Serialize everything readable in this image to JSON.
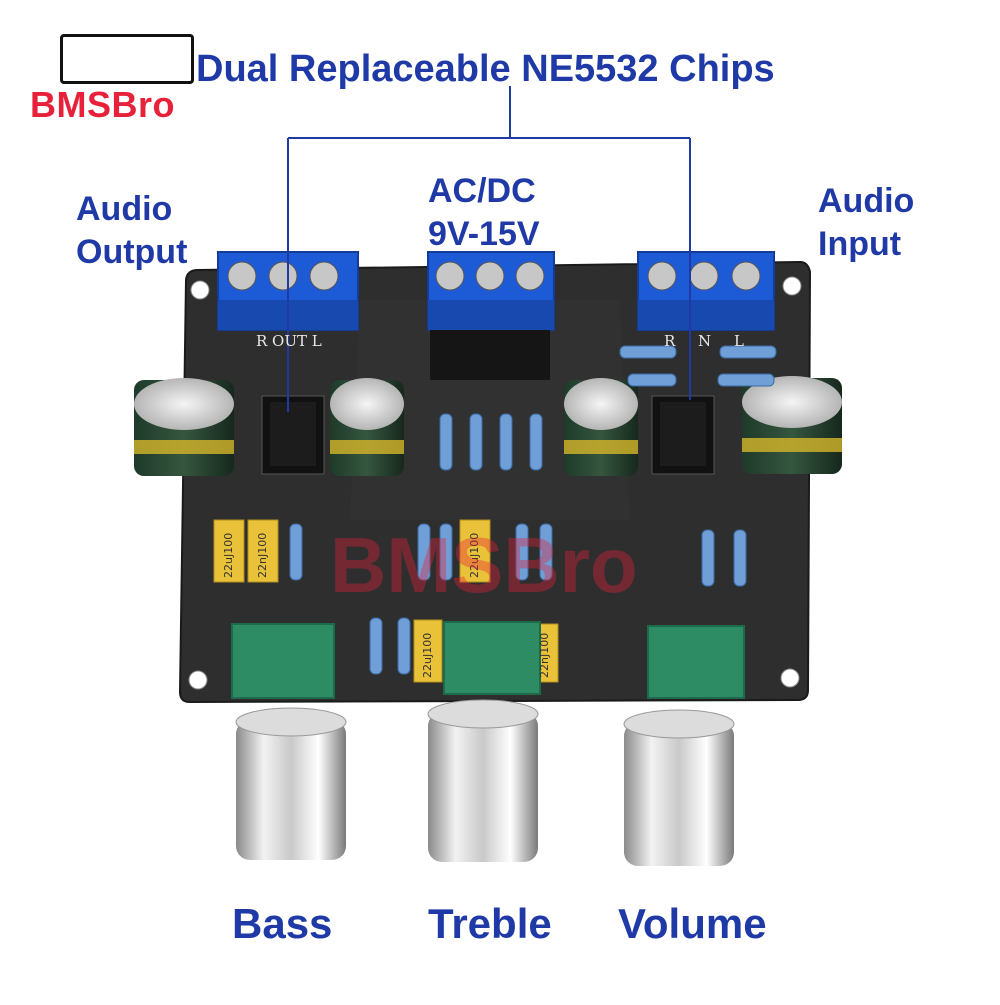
{
  "brand": {
    "name": "BMSBro",
    "color": "#e8213b"
  },
  "title": "Dual Replaceable NE5532 Chips",
  "labels": {
    "audio_output": [
      "Audio",
      "Output"
    ],
    "audio_input": [
      "Audio",
      "Input"
    ],
    "power": [
      "AC/DC",
      "9V-15V"
    ],
    "knobs": [
      "Bass",
      "Treble",
      "Volume"
    ]
  },
  "pcb_silkscreen": {
    "output_terminals": "R OUT L",
    "input_terminals": "R N L"
  },
  "capacitor_markings": [
    "22uJ100",
    "22nJ100",
    "22uJ100",
    "22uJ100",
    "22nJ100"
  ],
  "watermark": "BMSBro",
  "colors": {
    "label_blue": "#1f3aa6",
    "pcb": "#2b2b2b",
    "terminal_blue": "#1d5bd6"
  }
}
